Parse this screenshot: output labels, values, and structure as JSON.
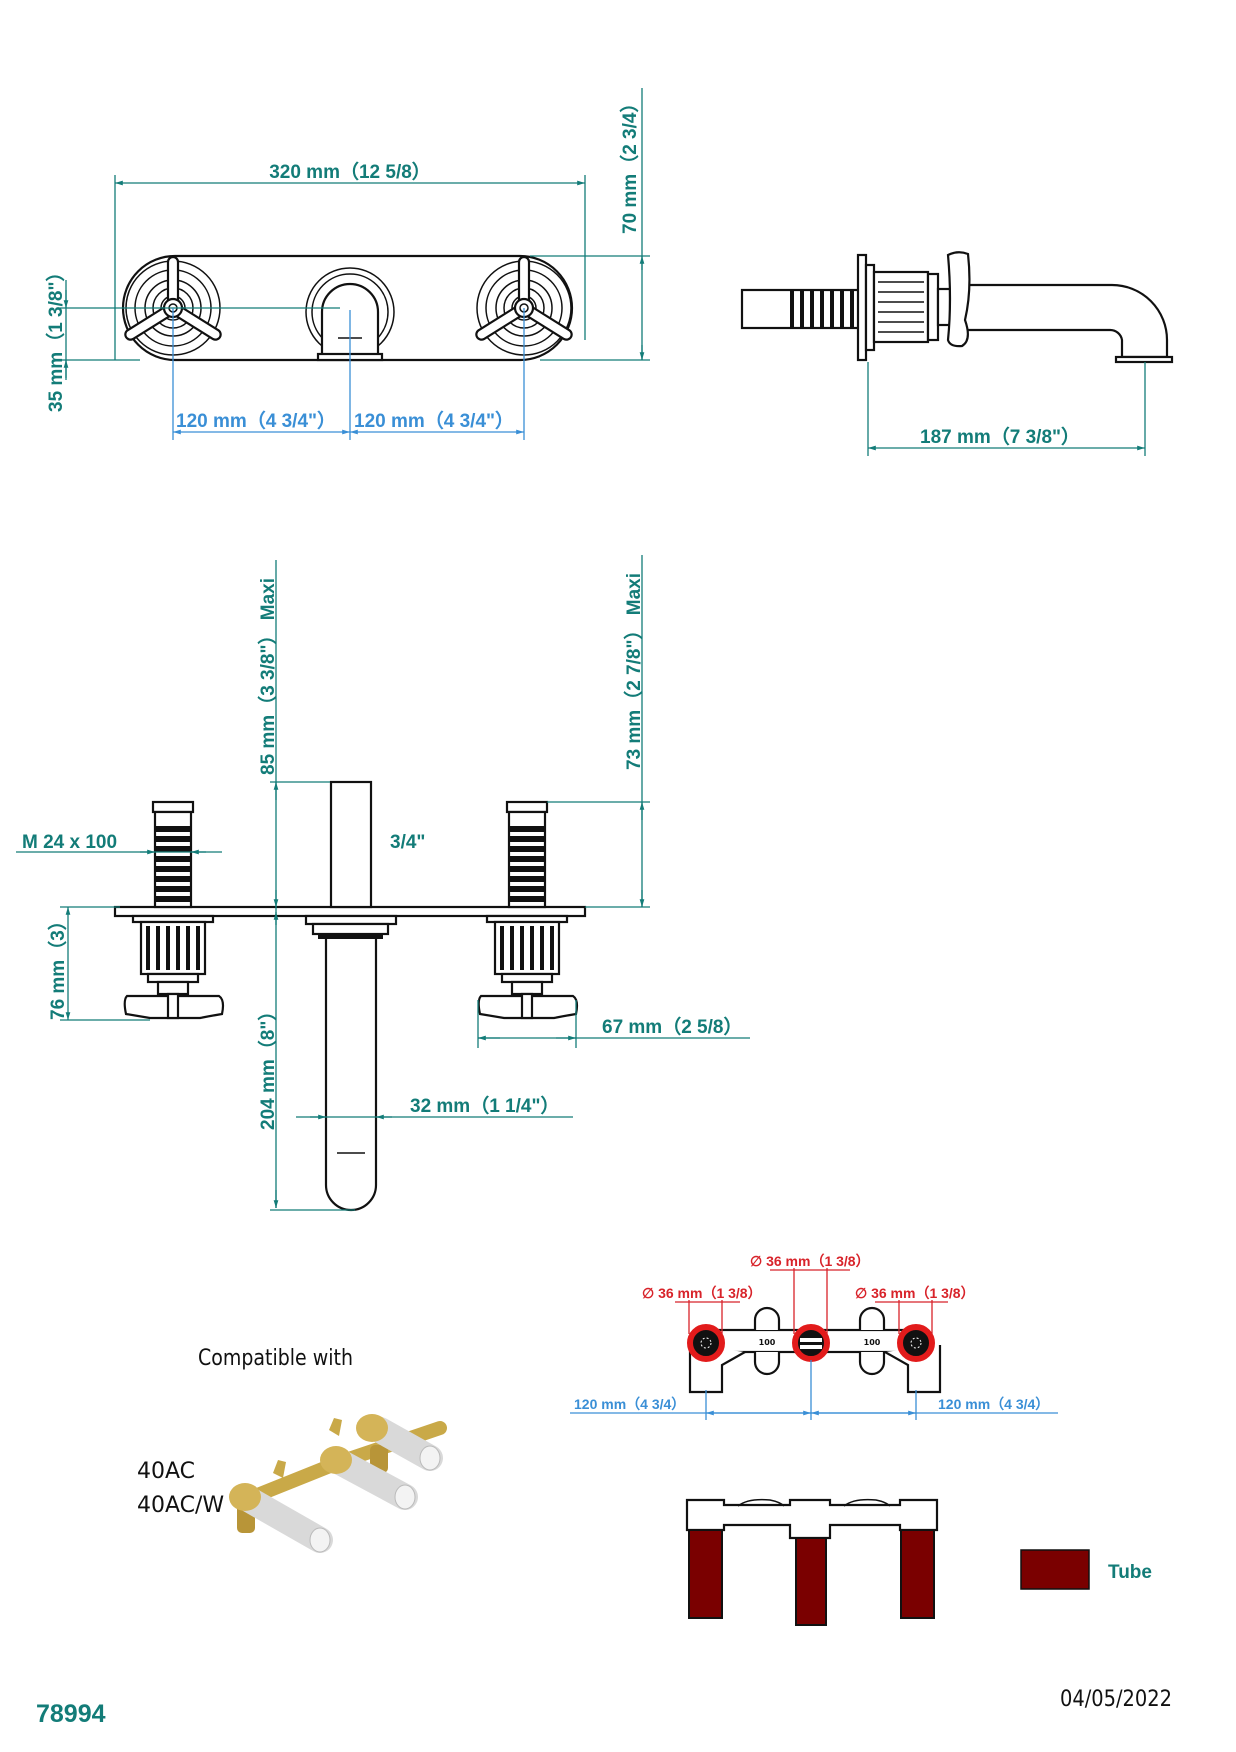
{
  "colors": {
    "dimension_green": "#137c78",
    "dimension_blue": "#3a8fd6",
    "dimension_red": "#d8232a",
    "tube": "#7a0000",
    "brass": "#c9a948",
    "pipe_white": "#e6e6e6"
  },
  "front_view": {
    "width_label": "320 mm（12 5/8）",
    "height_label": "70 mm（2 3/4）",
    "center_height_label": "35 mm（1 3/8\"）",
    "spacing_left_label": "120 mm（4 3/4\"）",
    "spacing_right_label": "120 mm（4 3/4\"）"
  },
  "side_view": {
    "projection_label": "187 mm（7 3/8\"）"
  },
  "installation_view": {
    "spout_max_label": "85 mm（3 3/8\"） Maxi",
    "valve_max_label": "73 mm（2 7/8\"） Maxi",
    "thread_label": "M  24  x 100",
    "connection_label": "3/4\"",
    "handle_depth_label": "76 mm（3）",
    "handle_width_label": "67 mm（2 5/8）",
    "spout_length_label": "204 mm（8\"）",
    "spout_diameter_label": "32 mm（1 1/4\"）"
  },
  "rough_in": {
    "diameter_left_label": "∅  36 mm（1 3/8）",
    "diameter_center_label": "∅  36 mm（1 3/8）",
    "diameter_right_label": "∅  36 mm（1 3/8）",
    "spacing_left_label": "120 mm（4 3/4）",
    "spacing_right_label": "120 mm（4 3/4）",
    "body_mark": "100"
  },
  "compatibility": {
    "title": "Compatible with",
    "models": [
      "40AC",
      "40AC/W"
    ]
  },
  "legend": {
    "tube_label": "Tube"
  },
  "footer": {
    "product_code": "78994",
    "date": "04/05/2022"
  }
}
